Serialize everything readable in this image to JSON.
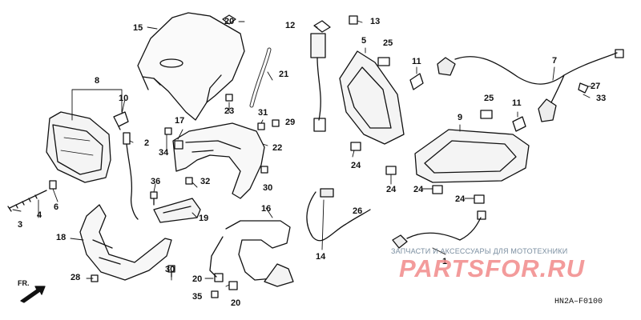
{
  "diagram": {
    "callouts": [
      "1",
      "2",
      "3",
      "4",
      "5",
      "6",
      "7",
      "8",
      "9",
      "10",
      "11",
      "11",
      "12",
      "13",
      "14",
      "15",
      "16",
      "17",
      "18",
      "19",
      "20",
      "20",
      "20",
      "21",
      "22",
      "23",
      "24",
      "24",
      "24",
      "24",
      "25",
      "25",
      "26",
      "27",
      "28",
      "29",
      "30",
      "30",
      "31",
      "32",
      "33",
      "34",
      "35",
      "36"
    ],
    "direction_label": "FR.",
    "drawing_code": "HN2A–F0100"
  },
  "watermark": {
    "caption": "ЗАПЧАСТИ И АКСЕССУАРЫ ДЛЯ МОТОТЕХНИКИ",
    "logo_text": "PARTSFOR.RU"
  }
}
